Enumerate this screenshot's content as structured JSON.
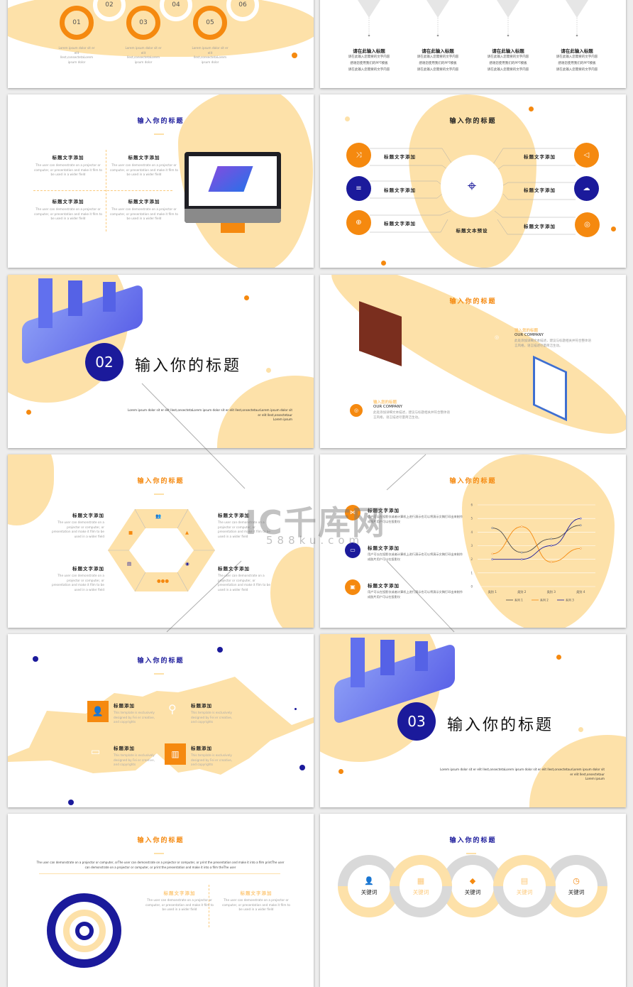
{
  "slide1": {
    "orange_steps": [
      "01",
      "03",
      "05"
    ],
    "white_steps": [
      "02",
      "04",
      "06"
    ],
    "captions": [
      "Lorem ipsum dolor sit er elit llest,consectetaLorem ipsum dolor",
      "Lorem ipsum dolor sit er elit llest,consectetaLorem ipsum dolor",
      "Lorem ipsum dolor sit er elit llest,consectetaLorem ipsum dolor"
    ]
  },
  "slide2": {
    "items": [
      {
        "title": "请在此输入标题",
        "lines": [
          "请在此输入您需要的文字内容",
          "感谢您使用我们的PPT模板",
          "请在此输入您需要的文字内容"
        ]
      },
      {
        "title": "请在此输入标题",
        "lines": [
          "请在此输入您需要的文字内容",
          "感谢您使用我们的PPT模板",
          "请在此输入您需要的文字内容"
        ]
      },
      {
        "title": "请在此输入标题",
        "lines": [
          "请在此输入您需要的文字内容",
          "感谢您使用我们的PPT模板",
          "请在此输入您需要的文字内容"
        ]
      },
      {
        "title": "请在此输入标题",
        "lines": [
          "请在此输入您需要的文字内容",
          "感谢您使用我们的PPT模板",
          "请在此输入您需要的文字内容"
        ]
      }
    ]
  },
  "slide3": {
    "title": "输入你的标题",
    "items": [
      {
        "title": "标题文字添加",
        "text": "The user can demonstrate on a projector or computer, or presentation and make it film to be used in a wider field"
      },
      {
        "title": "标题文字添加",
        "text": "The user can demonstrate on a projector or computer, or presentation and make it film to be used in a wider field"
      },
      {
        "title": "标题文字添加",
        "text": "The user can demonstrate on a projector or computer, or presentation and make it film to be used in a wider field"
      },
      {
        "title": "标题文字添加",
        "text": "The user can demonstrate on a projector or computer, or presentation and make it film to be used in a wider field"
      }
    ]
  },
  "slide4": {
    "title": "输入你的标题",
    "center_caption": "标题文本预设",
    "left": [
      {
        "label": "标题文字添加",
        "icon": "shuffle-icon",
        "color": "#f5890f"
      },
      {
        "label": "标题文字添加",
        "icon": "list-icon",
        "color": "#1b1a9b"
      },
      {
        "label": "标题文字添加",
        "icon": "globe-icon",
        "color": "#f5890f"
      }
    ],
    "right": [
      {
        "label": "标题文字添加",
        "icon": "megaphone-icon",
        "color": "#f5890f"
      },
      {
        "label": "标题文字添加",
        "icon": "cloud-icon",
        "color": "#1b1a9b"
      },
      {
        "label": "标题文字添加",
        "icon": "target-rings-icon",
        "color": "#f5890f"
      }
    ]
  },
  "slide5": {
    "number": "02",
    "title": "输入你的标题",
    "body": [
      "Lorem ipsum dolor sit er elit llest,onsectetaLorem ipsum dolor sit er elit llest,onsectetaurLorem ipsum dolor sit",
      "er elit llest,onsectetaur",
      "Lorem ipsum"
    ]
  },
  "slide6": {
    "title": "输入你的标题",
    "items": [
      {
        "heading": "输入您的标题",
        "sub": "OUR COMPANY",
        "text": "此处添加详细文本描述，建议与标题相关并符合整体语言风格，语言描述尽量简洁生动。"
      },
      {
        "heading": "输入您的标题",
        "sub": "OUR COMPANY",
        "text": "此处添加详细文本描述，建议与标题相关并符合整体语言风格，语言描述尽量简洁生动。"
      }
    ]
  },
  "slide7": {
    "title": "输入你的标题",
    "items": [
      {
        "title": "标题文字添加",
        "text": "The user can demonstrate on a projector or computer, or presentation and make it film to be used in a wider field"
      },
      {
        "title": "标题文字添加",
        "text": "The user can demonstrate on a projector or computer, or presentation and make it film to be used in a wider field"
      },
      {
        "title": "标题文字添加",
        "text": "The user can demonstrate on a projector or computer, or presentation and make it film to be used in a wider field"
      },
      {
        "title": "标题文字添加",
        "text": "The user can demonstrate on a projector or computer, or presentation and make it film to be used in a wider field"
      }
    ]
  },
  "slide8": {
    "title": "输入你的标题",
    "items": [
      {
        "title": "标题文字添加",
        "text": "用户可以在投影仪或者计算机上进行演示也可以将演示文稿打印出来制作成胶片用户可以在投影仪",
        "icon": "network-icon",
        "color": "#f5890f"
      },
      {
        "title": "标题文字添加",
        "text": "用户可以在投影仪或者计算机上进行演示也可以将演示文稿打印出来制作成胶片用户可以在投影仪",
        "icon": "id-card-icon",
        "color": "#1b1a9b"
      },
      {
        "title": "标题文字添加",
        "text": "用户可以在投影仪或者计算机上进行演示也可以将演示文稿打印出来制作成胶片用户可以在投影仪",
        "icon": "presentation-icon",
        "color": "#f5890f"
      }
    ]
  },
  "chart_data": {
    "type": "line",
    "categories": [
      "类别 1",
      "类别 2",
      "类别 3",
      "类别 4"
    ],
    "series": [
      {
        "name": "系列 1",
        "values": [
          4.3,
          2.5,
          3.5,
          4.5
        ],
        "color": "#4a4a4a"
      },
      {
        "name": "系列 2",
        "values": [
          2.4,
          4.4,
          1.8,
          2.8
        ],
        "color": "#f5890f"
      },
      {
        "name": "系列 3",
        "values": [
          2,
          2,
          3,
          5
        ],
        "color": "#1b1a9b"
      }
    ],
    "yticks": [
      "0",
      "1",
      "2",
      "3",
      "4",
      "5",
      "6"
    ],
    "ylim": [
      0,
      6
    ],
    "grid": true,
    "legend": "bottom"
  },
  "slide9": {
    "title": "输入你的标题",
    "items": [
      {
        "title": "标题添加",
        "text": "This template is exclusively designed by Fei er creative, and copyrights"
      },
      {
        "title": "标题添加",
        "text": "This template is exclusively designed by Fei er creative, and copyrights"
      },
      {
        "title": "标题添加",
        "text": "This template is exclusively designed by Fei er creative, and copyrights"
      },
      {
        "title": "标题添加",
        "text": "This template is exclusively designed by Fei er creative, and copyrights"
      }
    ]
  },
  "slide10": {
    "number": "03",
    "title": "输入你的标题",
    "body": [
      "Lorem ipsum dolor sit er elit llest,onsectetaLorem ipsum dolor sit er elit llest,onsectetaurLorem ipsum dolor sit",
      "er elit llest,onsectetaur",
      "Lorem ipsum"
    ]
  },
  "slide11": {
    "title": "输入你的标题",
    "intro": "The user can demonstrate on a projector or computer, orThe user can demonstrate on a projector or computer, or print the presentation and make it into a film printThe user can demonstrate on a projector or computer, or print the presentation and make it into a film theThe user",
    "items": [
      {
        "title": "标题文字添加",
        "text": "The user can demonstrate on a projector or computer, or presentation and make it film to be used in a wider field"
      },
      {
        "title": "标题文字添加",
        "text": "The user can demonstrate on a projector or computer, or presentation and make it film to be used in a wider field"
      }
    ]
  },
  "slide12": {
    "title": "输入你的标题",
    "keywords": [
      "关键词",
      "关键词",
      "关键词",
      "关键词",
      "关键词"
    ]
  },
  "watermark": {
    "logo": "IC千库网",
    "url": "588ku.com"
  },
  "colors": {
    "orange": "#f5890f",
    "pale": "#fde1a9",
    "navy": "#1b1a9b",
    "gray": "#d9d9d9"
  }
}
